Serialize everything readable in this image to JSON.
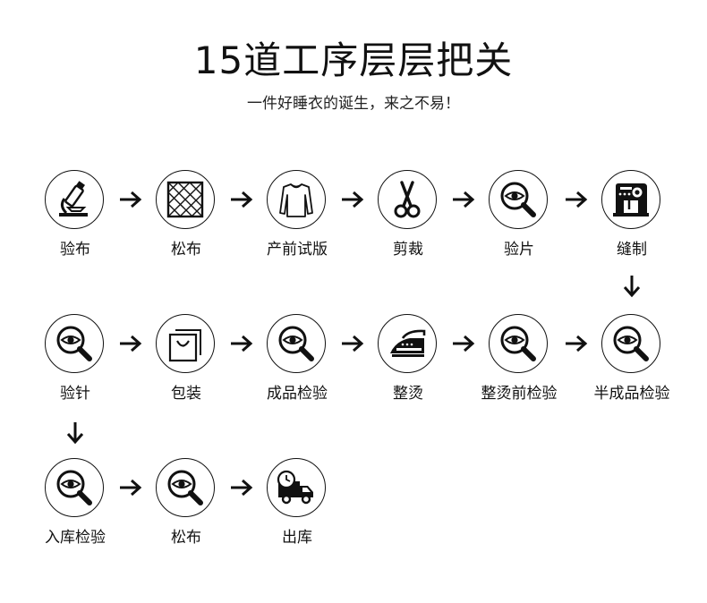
{
  "header": {
    "title": "15道工序层层把关",
    "subtitle": "一件好睡衣的诞生，来之不易！"
  },
  "steps": [
    {
      "label": "验布",
      "icon": "microscope-icon"
    },
    {
      "label": "松布",
      "icon": "fabric-weave-icon"
    },
    {
      "label": "产前试版",
      "icon": "shirt-icon"
    },
    {
      "label": "剪裁",
      "icon": "scissors-icon"
    },
    {
      "label": "验片",
      "icon": "magnifier-eye-icon"
    },
    {
      "label": "缝制",
      "icon": "sewing-machine-icon"
    },
    {
      "label": "半成品检验",
      "icon": "magnifier-eye-icon"
    },
    {
      "label": "整烫前检验",
      "icon": "magnifier-eye-icon"
    },
    {
      "label": "整烫",
      "icon": "iron-icon"
    },
    {
      "label": "成品检验",
      "icon": "magnifier-eye-icon"
    },
    {
      "label": "包装",
      "icon": "shopping-bag-icon"
    },
    {
      "label": "验针",
      "icon": "magnifier-eye-icon"
    },
    {
      "label": "入库检验",
      "icon": "magnifier-eye-icon"
    },
    {
      "label": "松布",
      "icon": "magnifier-eye-icon"
    },
    {
      "label": "出库",
      "icon": "delivery-truck-icon"
    }
  ]
}
